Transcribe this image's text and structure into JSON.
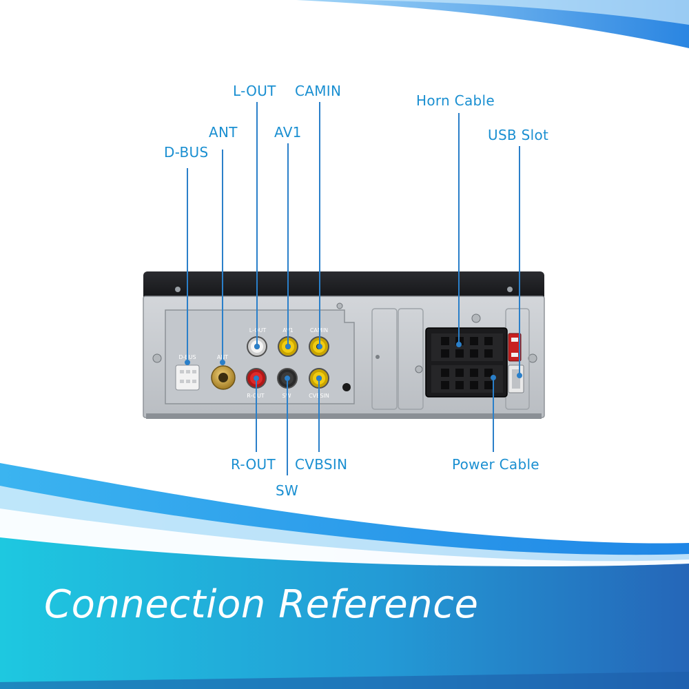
{
  "title": "Connection Reference",
  "colors": {
    "label": "#1a8fd1",
    "leader": "#2a7fc9",
    "band_cyan": "#1ec8e0",
    "band_blue": "#2566b8",
    "panel": "#c9ccd0",
    "face": "#1e1f22"
  },
  "labels": {
    "d_bus": "D-BUS",
    "ant": "ANT",
    "l_out": "L-OUT",
    "av1": "AV1",
    "camin": "CAMIN",
    "horn_cable": "Horn Cable",
    "usb_slot": "USB Slot",
    "r_out": "R-OUT",
    "sw": "SW",
    "cvbsin": "CVBSIN",
    "power_cable": "Power Cable"
  },
  "device": {
    "panel_labels": {
      "dbus": "D-BUS",
      "ant": "ANT",
      "lout": "L-OUT",
      "av1": "AV1",
      "camin": "CAMIN",
      "rout": "R-OUT",
      "sw": "SW",
      "cvbsin": "CVBSIN"
    }
  }
}
